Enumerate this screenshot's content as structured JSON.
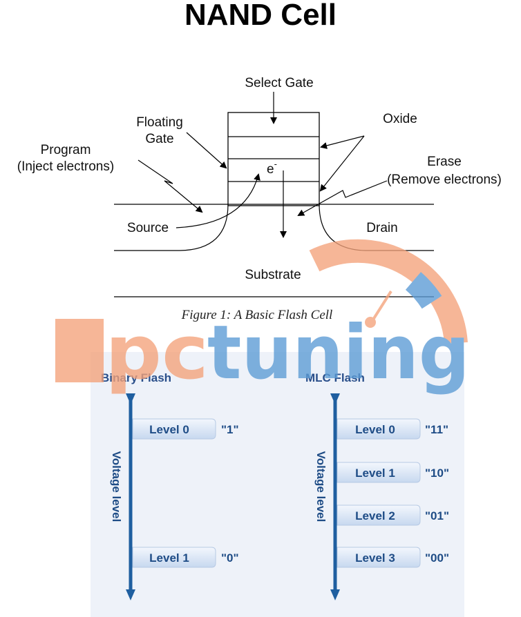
{
  "title": "NAND Cell",
  "cell_diagram": {
    "select_gate": "Select Gate",
    "floating_gate_line1": "Floating",
    "floating_gate_line2": "Gate",
    "oxide": "Oxide",
    "program_line1": "Program",
    "program_line2": "(Inject electrons)",
    "erase_line1": "Erase",
    "erase_line2": "(Remove electrons)",
    "electron": "e",
    "electron_sup": "-",
    "source": "Source",
    "drain": "Drain",
    "substrate": "Substrate",
    "caption": "Figure 1: A Basic Flash Cell"
  },
  "watermark": {
    "text": "pctuning",
    "colors": {
      "orange": "#f4a27a",
      "blue": "#5b9bd5"
    }
  },
  "levels_diagram": {
    "axis_label": "Voltage level",
    "binary": {
      "title": "Binary Flash",
      "levels": [
        {
          "label": "Level 0",
          "value": "\"1\""
        },
        {
          "label": "Level 1",
          "value": "\"0\""
        }
      ]
    },
    "mlc": {
      "title": "MLC Flash",
      "levels": [
        {
          "label": "Level 0",
          "value": "\"11\""
        },
        {
          "label": "Level 1",
          "value": "\"10\""
        },
        {
          "label": "Level 2",
          "value": "\"01\""
        },
        {
          "label": "Level 3",
          "value": "\"00\""
        }
      ]
    },
    "colors": {
      "arrow": "#1f5fa0",
      "bg": "#eef2f9",
      "pill_top": "#eef4fc",
      "pill_bottom": "#c9daf0",
      "text": "#1e4c86"
    }
  }
}
